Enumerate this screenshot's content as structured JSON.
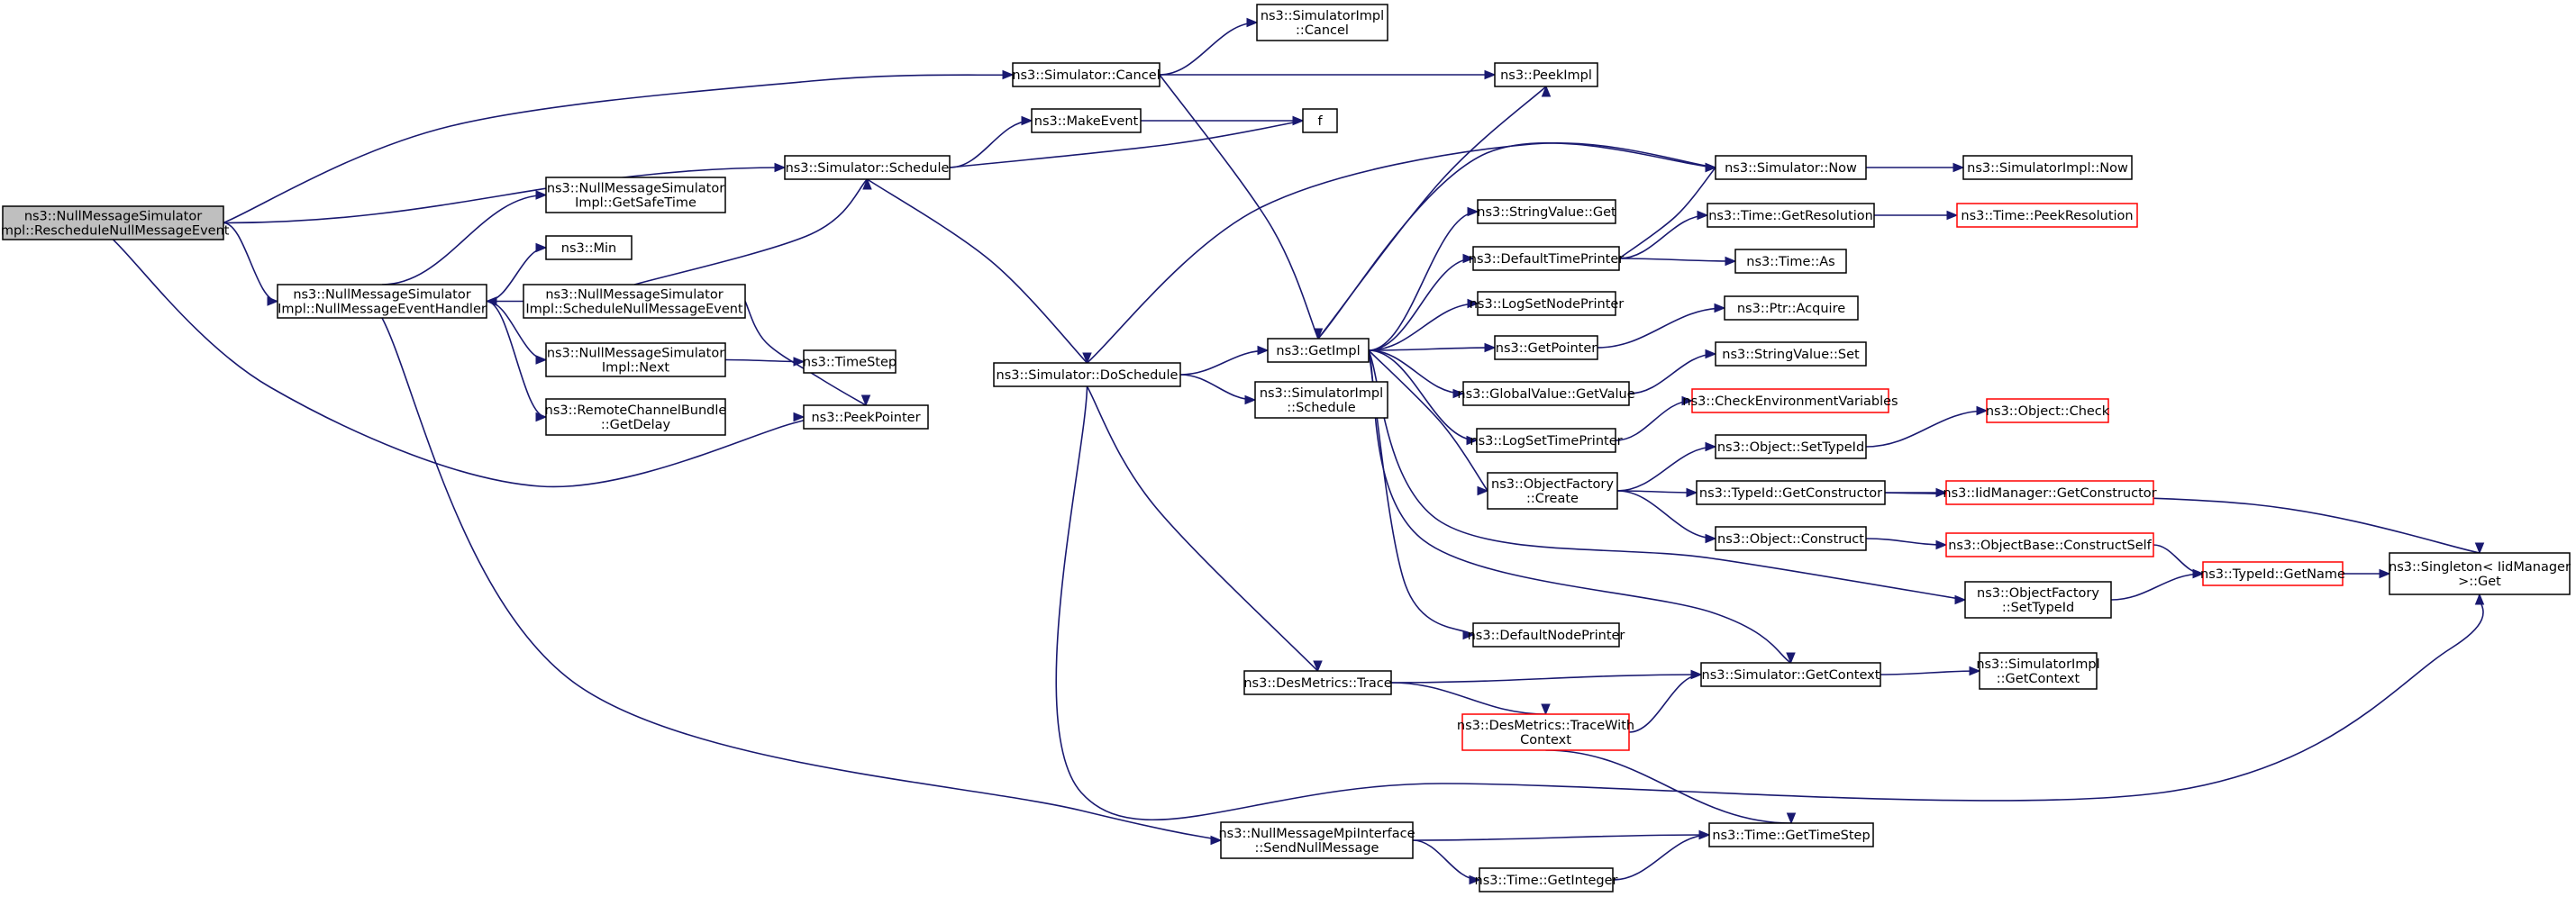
{
  "colors": {
    "edge": "#191970",
    "node_border": "#000000",
    "node_border_incomplete": "#ff0000",
    "root_fill": "#bfbfbf"
  },
  "nodes": {
    "n0": [
      "ns3::NullMessageSimulator",
      "Impl::RescheduleNullMessageEvent"
    ],
    "n1": [
      "ns3::NullMessageSimulator",
      "Impl::NullMessageEventHandler"
    ],
    "n2": [
      "ns3::NullMessageSimulator",
      "Impl::GetSafeTime"
    ],
    "n3": [
      "ns3::Min"
    ],
    "n4": [
      "ns3::NullMessageSimulator",
      "Impl::ScheduleNullMessageEvent"
    ],
    "n5": [
      "ns3::NullMessageSimulator",
      "Impl::Next"
    ],
    "n6": [
      "ns3::RemoteChannelBundle",
      "::GetDelay"
    ],
    "n7": [
      "ns3::TimeStep"
    ],
    "n8": [
      "ns3::PeekPointer"
    ],
    "n9": [
      "ns3::Simulator::Cancel"
    ],
    "n10": [
      "ns3::Simulator::Schedule"
    ],
    "n11": [
      "ns3::SimulatorImpl",
      "::Cancel"
    ],
    "n12": [
      "ns3::MakeEvent"
    ],
    "n13": [
      "f"
    ],
    "n14": [
      "ns3::PeekImpl"
    ],
    "n15": [
      "ns3::Simulator::DoSchedule"
    ],
    "n16": [
      "ns3::GetImpl"
    ],
    "n17": [
      "ns3::SimulatorImpl",
      "::Schedule"
    ],
    "n18": [
      "ns3::DesMetrics::Trace"
    ],
    "n19": [
      "ns3::NullMessageMpiInterface",
      "::SendNullMessage"
    ],
    "n20": [
      "ns3::StringValue::Get"
    ],
    "n21": [
      "ns3::DefaultTimePrinter"
    ],
    "n22": [
      "ns3::LogSetNodePrinter"
    ],
    "n23": [
      "ns3::GetPointer"
    ],
    "n24": [
      "ns3::GlobalValue::GetValue"
    ],
    "n25": [
      "ns3::LogSetTimePrinter"
    ],
    "n26": [
      "ns3::ObjectFactory",
      "::Create"
    ],
    "n27": [
      "ns3::DefaultNodePrinter"
    ],
    "n28": [
      "ns3::DesMetrics::TraceWith",
      "Context"
    ],
    "n29": [
      "ns3::Time::GetInteger"
    ],
    "n30": [
      "ns3::Simulator::Now"
    ],
    "n31": [
      "ns3::Time::GetResolution"
    ],
    "n32": [
      "ns3::Time::As"
    ],
    "n33": [
      "ns3::Ptr::Acquire"
    ],
    "n34": [
      "ns3::StringValue::Set"
    ],
    "n35": [
      "ns3::CheckEnvironmentVariables"
    ],
    "n36": [
      "ns3::Object::SetTypeId"
    ],
    "n37": [
      "ns3::TypeId::GetConstructor"
    ],
    "n38": [
      "ns3::Object::Construct"
    ],
    "n39": [
      "ns3::ObjectFactory",
      "::SetTypeId"
    ],
    "n40": [
      "ns3::Simulator::GetContext"
    ],
    "n41": [
      "ns3::Time::GetTimeStep"
    ],
    "n42": [
      "ns3::SimulatorImpl::Now"
    ],
    "n43": [
      "ns3::Time::PeekResolution"
    ],
    "n44": [
      "ns3::Object::Check"
    ],
    "n45": [
      "ns3::IidManager::GetConstructor"
    ],
    "n46": [
      "ns3::ObjectBase::ConstructSelf"
    ],
    "n47": [
      "ns3::TypeId::GetName"
    ],
    "n48": [
      "ns3::SimulatorImpl",
      "::GetContext"
    ],
    "n49": [
      "ns3::Singleton< IidManager",
      " >::Get"
    ]
  }
}
